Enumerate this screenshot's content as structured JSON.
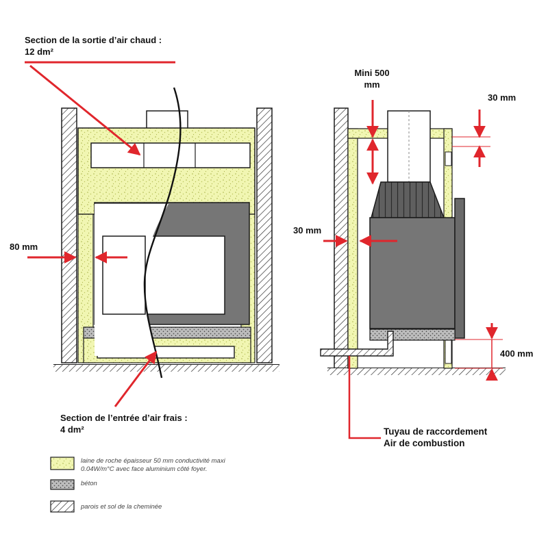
{
  "labels": {
    "hot_air_outlet_line1": "Section de la sortie d’air chaud :",
    "hot_air_outlet_line2": "12 dm²",
    "fresh_air_inlet_line1": "Section de l’entrée d’air frais :",
    "fresh_air_inlet_line2": "4 dm²",
    "side_gap_left": "80 mm",
    "mini_500_line1": "Mini 500",
    "mini_500_line2": "mm",
    "top_gap": "30 mm",
    "side_gap_right": "30 mm",
    "floor_height": "400 mm",
    "connection_pipe_line1": "Tuyau de raccordement",
    "connection_pipe_line2": "Air de combustion"
  },
  "legend": [
    {
      "key": "insulation",
      "line1": "laine de roche épaisseur 50 mm conductivité maxi",
      "line2": "0.04W/m°C avec face aluminium côté foyer."
    },
    {
      "key": "concrete",
      "line1": "béton",
      "line2": ""
    },
    {
      "key": "wall",
      "line1": "parois et sol de la cheminée",
      "line2": ""
    }
  ],
  "colors": {
    "insulation": "#f1f6b2",
    "insulation_dots": "#a9b24a",
    "insert_body": "#767676",
    "insert_dark": "#5a5a5a",
    "concrete": "#b9b9b9",
    "arrow": "#e0262c",
    "outline": "#1a1a1a"
  }
}
